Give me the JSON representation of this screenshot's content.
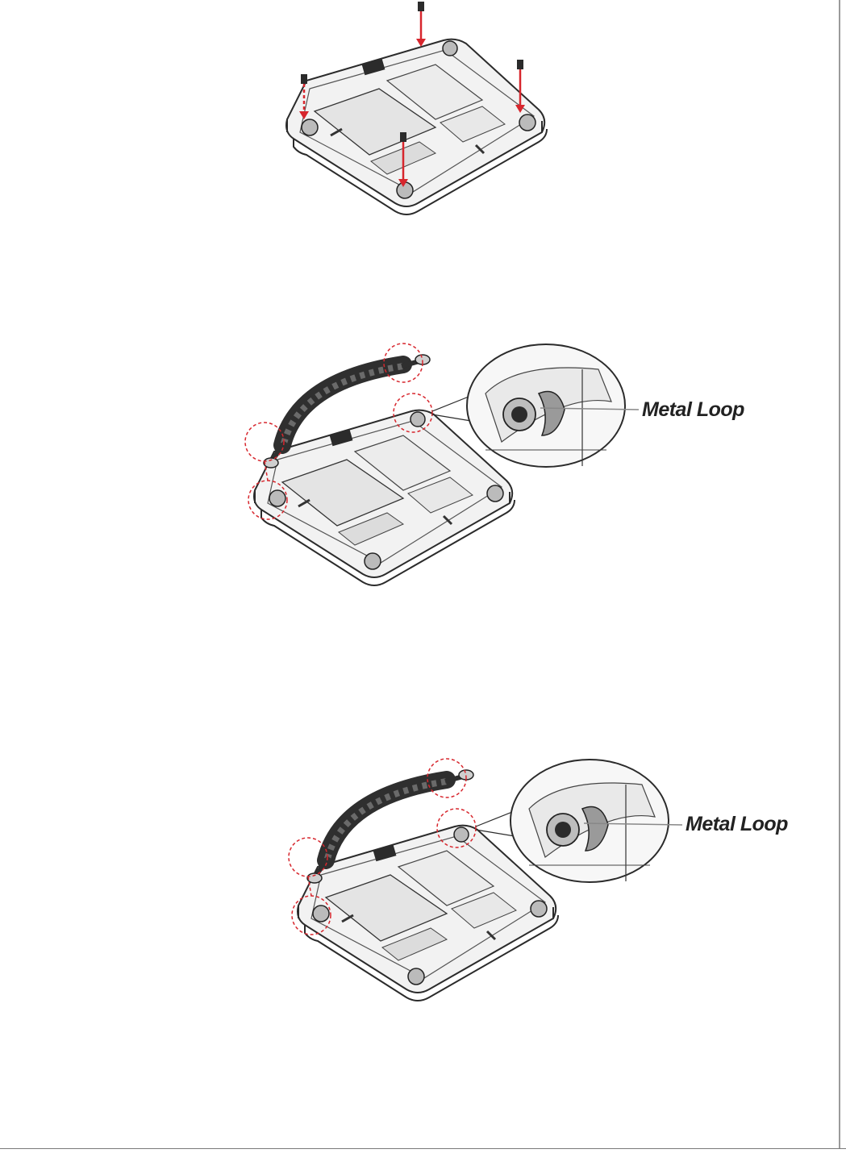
{
  "figures": {
    "screw_removal": {
      "screw_count": 4
    },
    "strap_attach_1": {
      "callout_label": "Metal Loop"
    },
    "strap_attach_2": {
      "callout_label": "Metal Loop"
    }
  },
  "colors": {
    "accent_red": "#d7262d",
    "line_dark": "#2b2b2b",
    "strap": "#3a3a3a"
  }
}
